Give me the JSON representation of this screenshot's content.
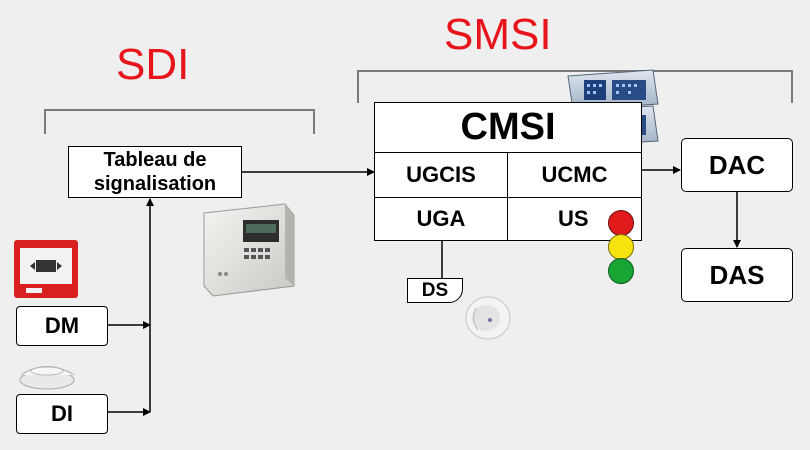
{
  "titles": {
    "sdi": "SDI",
    "smsi": "SMSI"
  },
  "boxes": {
    "tableau": "Tableau de signalisation",
    "dm": "DM",
    "di": "DI",
    "cmsi": "CMSI",
    "ugcis": "UGCIS",
    "ucmc": "UCMC",
    "uga": "UGA",
    "us": "US",
    "ds": "DS",
    "dac": "DAC",
    "das": "DAS"
  },
  "colors": {
    "title_red": "#e8141b",
    "light_red": "#e11b1b",
    "light_yellow": "#f6e20f",
    "light_green": "#18a534",
    "background": "#efefef"
  },
  "icons": [
    "manual-call-point-icon",
    "smoke-detector-icon",
    "fire-panel-icon",
    "cmsi-rack-icon",
    "traffic-light-icon",
    "ds-device-icon"
  ]
}
